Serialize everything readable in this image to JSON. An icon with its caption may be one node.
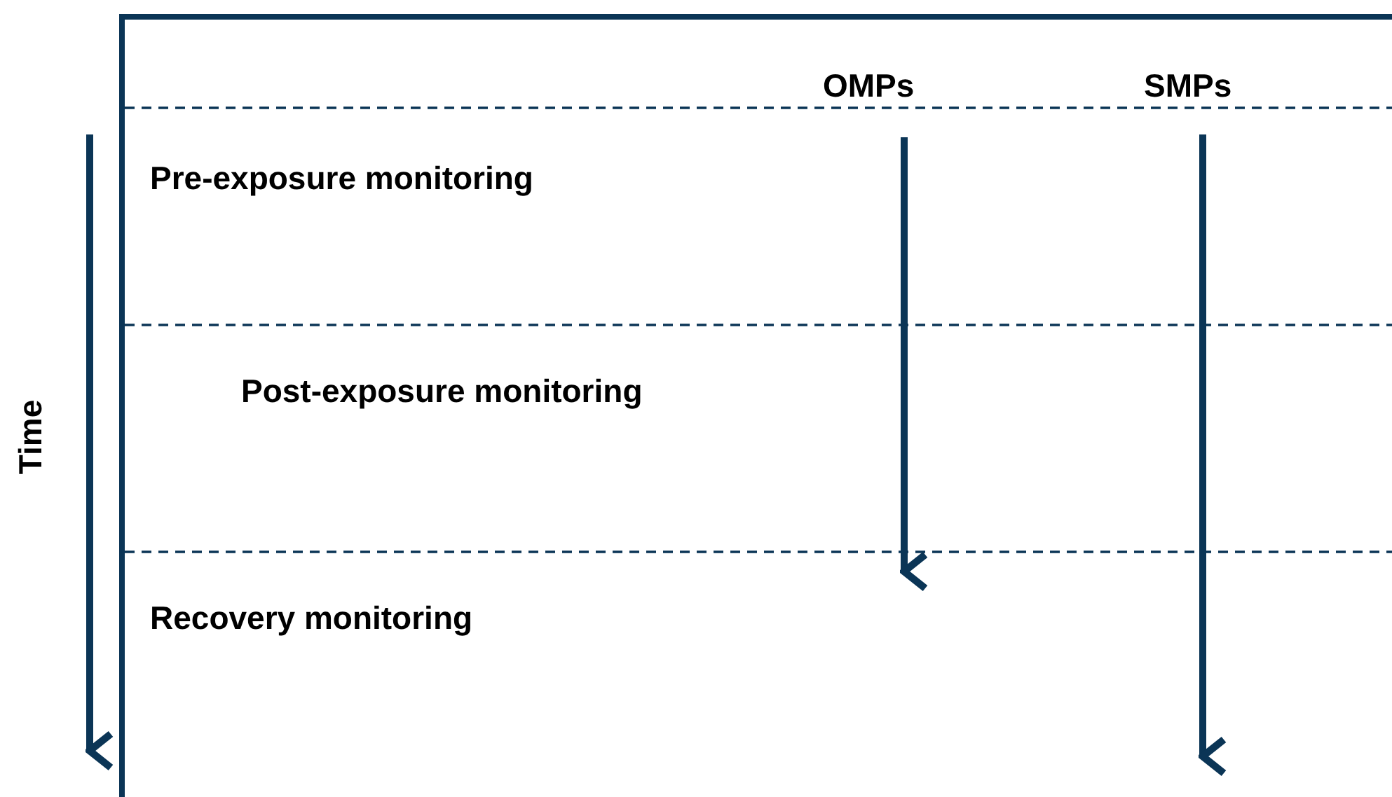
{
  "diagram": {
    "labels": [
      "OMPs",
      "SMPs",
      "Pre-exposure monitoring",
      "Time",
      "Post-exposure monitoring",
      "Recovery monitoring"
    ]
  }
}
